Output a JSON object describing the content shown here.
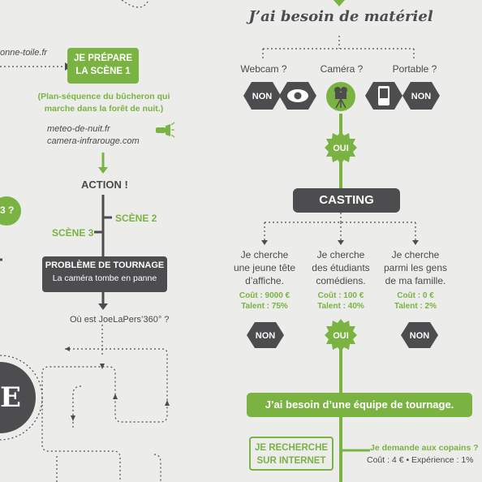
{
  "left": {
    "url_top": "onne-toile.fr",
    "prepare_box": [
      "JE PRÉPARE",
      "LA SCÈNE 1"
    ],
    "plan_note": [
      "(Plan-séquence du bûcheron qui",
      "marche dans la forêt de nuit.)"
    ],
    "links": [
      "meteo-de-nuit.fr",
      "camera-infrarouge.com"
    ],
    "action": "ACTION !",
    "scene2": "SCÈNE 2",
    "scene3": "SCÈNE 3",
    "problem_title": "PROBLÈME DE TOURNAGE",
    "problem_sub": "La caméra tombe en panne",
    "where": "Où est JoeLaPers’360° ?",
    "badge_partial": "3 ?",
    "circle_partial": "E"
  },
  "right": {
    "title": "J’ai besoin de matériel",
    "equipment": [
      "Webcam ?",
      "Caméra ?",
      "Portable ?"
    ],
    "non": "NON",
    "oui": "OUI",
    "casting": "CASTING",
    "options": [
      {
        "text": [
          "Je cherche",
          "une jeune tête",
          "d’affiche."
        ],
        "cost": "Coût : 9000 €",
        "talent": "Talent : 75%"
      },
      {
        "text": [
          "Je cherche",
          "des étudiants",
          "comédiens."
        ],
        "cost": "Coût : 100 €",
        "talent": "Talent : 40%"
      },
      {
        "text": [
          "Je cherche",
          "parmi les gens",
          "de ma famille."
        ],
        "cost": "Coût : 0 €",
        "talent": "Talent : 2%"
      }
    ],
    "team_banner": "J’ai besoin d’une équipe de tournage.",
    "search_box": [
      "JE RECHERCHE",
      "SUR INTERNET"
    ],
    "friends_q": "Je demande aux copains ?",
    "friends_cost": "Coût : 4 € • Expérience : 1%"
  },
  "colors": {
    "green": "#7ab342",
    "dark": "#4d4d4f",
    "background": "#ececea"
  }
}
